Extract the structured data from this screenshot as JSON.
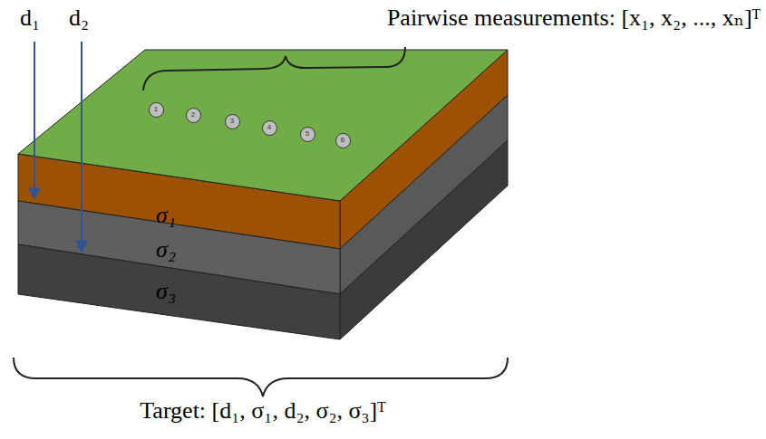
{
  "diagram": {
    "nodes": [
      {
        "text": [
          "1"
        ]
      },
      {
        "text": [
          "2"
        ]
      },
      {
        "text": [
          "3"
        ]
      },
      {
        "text": [
          "4"
        ]
      },
      {
        "text": [
          "5"
        ]
      },
      {
        "text": [
          "6"
        ]
      },
      {
        "text": [
          "σ₁"
        ]
      },
      {
        "text": [
          "σ₂"
        ]
      },
      {
        "text": [
          "σ₃"
        ]
      }
    ],
    "labels": [
      "d₁",
      "d₂",
      "Pairwise measurements: [x₁, x₂, ..., xₙ]ᵀ",
      "Target: [d₁, σ₁, d₂, σ₂, σ₃]ᵀ"
    ]
  }
}
